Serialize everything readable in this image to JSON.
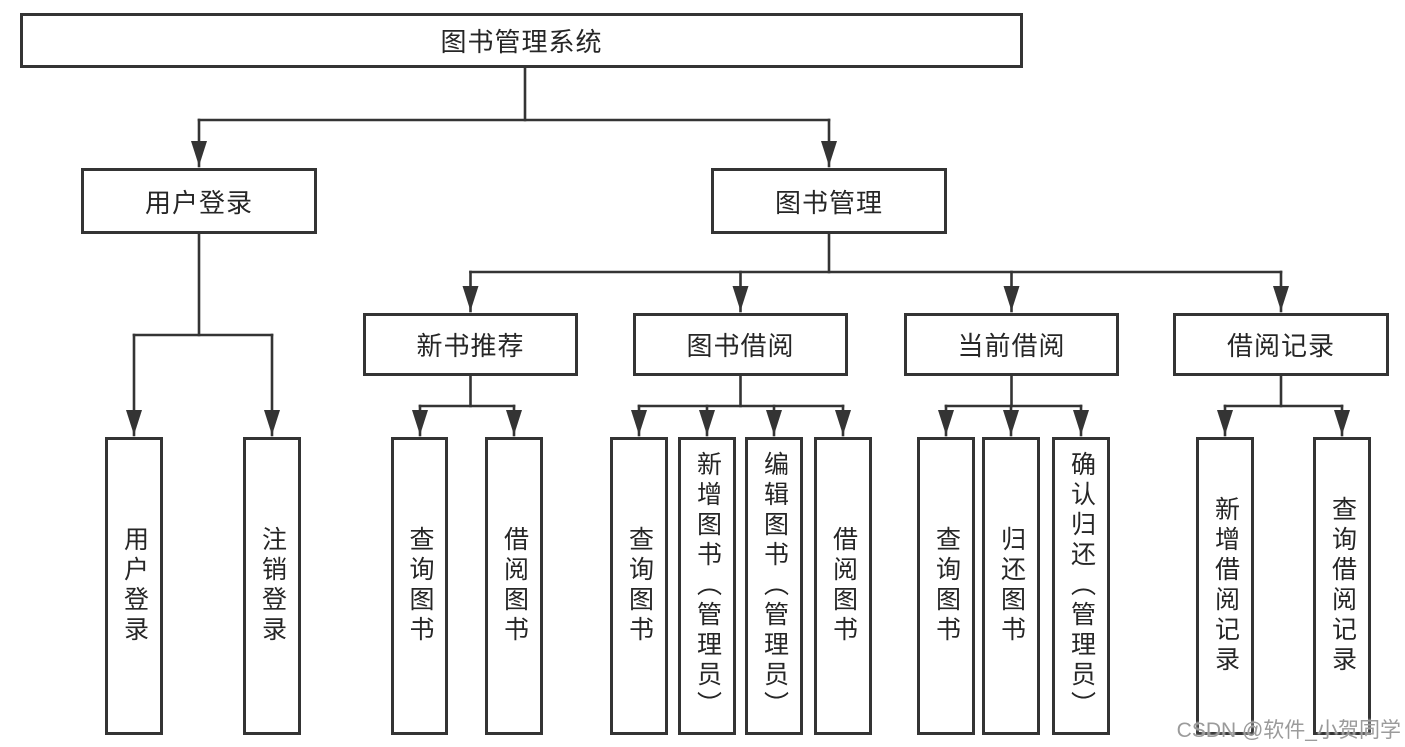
{
  "colors": {
    "line": "#343434",
    "box_border": "#343434",
    "box_background": "#ffffff",
    "text": "#262626",
    "watermark": "#9b9b9b"
  },
  "watermark": {
    "text": "CSDN @软件_小贺同学"
  },
  "tree": {
    "root": {
      "label": "图书管理系统",
      "children": [
        {
          "label": "用户登录",
          "children": [
            {
              "label": "用户登录"
            },
            {
              "label": "注销登录"
            }
          ]
        },
        {
          "label": "图书管理",
          "children": [
            {
              "label": "新书推荐",
              "children": [
                {
                  "label": "查询图书"
                },
                {
                  "label": "借阅图书"
                }
              ]
            },
            {
              "label": "图书借阅",
              "children": [
                {
                  "label": "查询图书"
                },
                {
                  "label": "新增图书（管理员）"
                },
                {
                  "label": "编辑图书（管理员）"
                },
                {
                  "label": "借阅图书"
                }
              ]
            },
            {
              "label": "当前借阅",
              "children": [
                {
                  "label": "查询图书"
                },
                {
                  "label": "归还图书"
                },
                {
                  "label": "确认归还（管理员）"
                }
              ]
            },
            {
              "label": "借阅记录",
              "children": [
                {
                  "label": "新增借阅记录"
                },
                {
                  "label": "查询借阅记录"
                }
              ]
            }
          ]
        }
      ]
    }
  }
}
